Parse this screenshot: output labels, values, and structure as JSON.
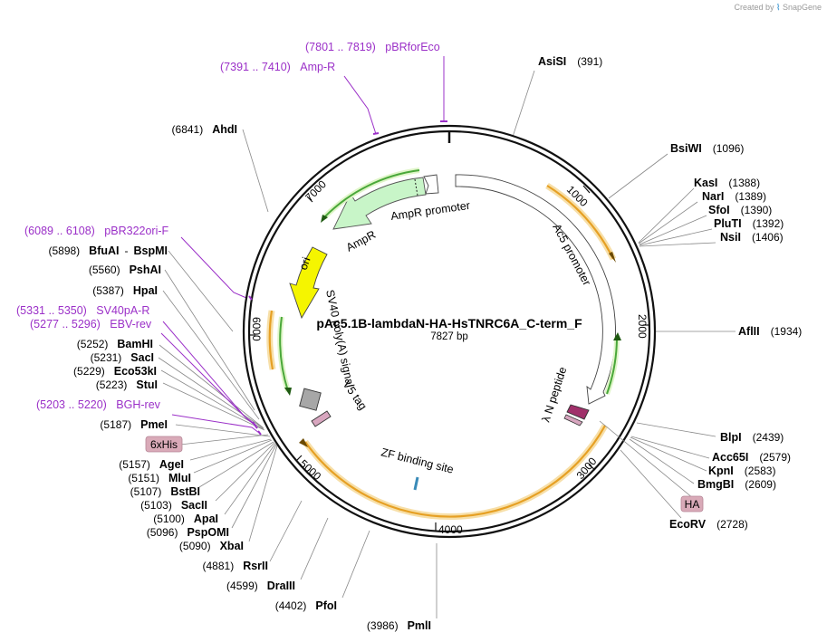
{
  "credit": {
    "prefix": "Created by",
    "brand": "SnapGene"
  },
  "plasmid": {
    "name": "pAc5.1B-lambdaN-HA-HsTNRC6A_C-term_F",
    "length": "7827 bp"
  },
  "colors": {
    "backbone": "#111111",
    "primer": "#9b30c8",
    "orf": "#e6a024",
    "orf_glow": "#f7dfa8",
    "amp_fill": "#c8f5c8",
    "ori": "#f2f200",
    "promoter": "#ffffff",
    "site_line": "#888888",
    "label_box": "#d9aab8"
  },
  "ticks": [
    {
      "label": "1000"
    },
    {
      "label": "2000"
    },
    {
      "label": "3000"
    },
    {
      "label": "4000"
    },
    {
      "label": "5000"
    },
    {
      "label": "6000"
    },
    {
      "label": "7000"
    }
  ],
  "sites": [
    {
      "name": "AsiSI",
      "pos": "(391)"
    },
    {
      "name": "BsiWI",
      "pos": "(1096)"
    },
    {
      "name": "KasI",
      "pos": "(1388)"
    },
    {
      "name": "NarI",
      "pos": "(1389)"
    },
    {
      "name": "SfoI",
      "pos": "(1390)"
    },
    {
      "name": "PluTI",
      "pos": "(1392)"
    },
    {
      "name": "NsiI",
      "pos": "(1406)"
    },
    {
      "name": "AflII",
      "pos": "(1934)"
    },
    {
      "name": "BlpI",
      "pos": "(2439)"
    },
    {
      "name": "Acc65I",
      "pos": "(2579)"
    },
    {
      "name": "KpnI",
      "pos": "(2583)"
    },
    {
      "name": "BmgBI",
      "pos": "(2609)"
    },
    {
      "name": "EcoRV",
      "pos": "(2728)"
    },
    {
      "name": "PmlI",
      "pos": "(3986)"
    },
    {
      "name": "PfoI",
      "pos": "(4402)"
    },
    {
      "name": "DraIII",
      "pos": "(4599)"
    },
    {
      "name": "RsrII",
      "pos": "(4881)"
    },
    {
      "name": "XbaI",
      "pos": "(5090)"
    },
    {
      "name": "PspOMI",
      "pos": "(5096)"
    },
    {
      "name": "ApaI",
      "pos": "(5100)"
    },
    {
      "name": "SacII",
      "pos": "(5103)"
    },
    {
      "name": "BstBI",
      "pos": "(5107)"
    },
    {
      "name": "MluI",
      "pos": "(5151)"
    },
    {
      "name": "AgeI",
      "pos": "(5157)"
    },
    {
      "name": "PmeI",
      "pos": "(5187)"
    },
    {
      "name": "StuI",
      "pos": "(5223)"
    },
    {
      "name": "Eco53kI",
      "pos": "(5229)"
    },
    {
      "name": "SacI",
      "pos": "(5231)"
    },
    {
      "name": "BamHI",
      "pos": "(5252)"
    },
    {
      "name": "HpaI",
      "pos": "(5387)"
    },
    {
      "name": "PshAI",
      "pos": "(5560)"
    },
    {
      "name": "BspMI",
      "pos": ""
    },
    {
      "name": "BfuAI",
      "pos": "(5898)"
    },
    {
      "name": "AhdI",
      "pos": "(6841)"
    }
  ],
  "bfu_dash": "-",
  "primers": [
    {
      "name": "pBRforEco",
      "range": "(7801 .. 7819)"
    },
    {
      "name": "Amp-R",
      "range": "(7391 .. 7410)"
    },
    {
      "name": "pBR322ori-F",
      "range": "(6089 .. 6108)"
    },
    {
      "name": "SV40pA-R",
      "range": "(5331 .. 5350)"
    },
    {
      "name": "EBV-rev",
      "range": "(5277 .. 5296)"
    },
    {
      "name": "BGH-rev",
      "range": "(5203 .. 5220)"
    }
  ],
  "feature_boxes": [
    {
      "label": "6xHis"
    },
    {
      "label": "HA"
    }
  ],
  "features": {
    "ampr_promoter": "AmpR promoter",
    "ampr": "AmpR",
    "ori": "ori",
    "ac5_promoter": "Ac5 promoter",
    "sv40": "SV40 poly(A) signal",
    "v5": "V5 tag",
    "lambda_n": "λ N peptide",
    "zf": "ZF binding site"
  }
}
